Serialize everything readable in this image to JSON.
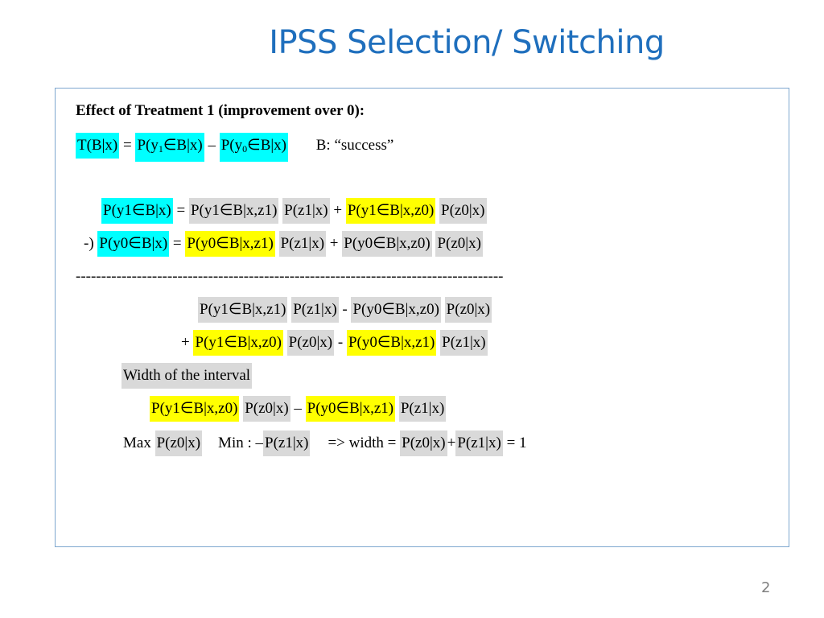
{
  "title": "IPSS Selection/ Switching",
  "page_number": "2",
  "heading": "Effect of Treatment 1 (improvement over 0):",
  "def": {
    "t1": "T(B|x)",
    "op1": " = ",
    "t2a": "P(y",
    "t2s": "1",
    "t2b": "∈B|x)",
    "op2": " – ",
    "t3a": "P(y",
    "t3s": "0",
    "t3b": "∈B|x)",
    "note": "B: “success”"
  },
  "eq1": {
    "a": "P(y1∈B|x)",
    "op1": " = ",
    "b": "P(y1∈B|x,z1)",
    "c": "P(z1|x)",
    "op2": " + ",
    "d": "P(y1∈B|x,z0)",
    "e": "P(z0|x)"
  },
  "eq2": {
    "pre": "-) ",
    "a": "P(y0∈B|x)",
    "op1": " = ",
    "b": "P(y0∈B|x,z1)",
    "c": "P(z1|x)",
    "op2": " + ",
    "d": "P(y0∈B|x,z0)",
    "e": "P(z0|x)"
  },
  "divider": "------------------------------------------------------------------------------------",
  "r1": {
    "a": "P(y1∈B|x,z1)",
    "b": "P(z1|x)",
    "op": " - ",
    "c": "P(y0∈B|x,z0)",
    "d": "P(z0|x)"
  },
  "r2": {
    "pre": "+ ",
    "a": "P(y1∈B|x,z0)",
    "b": "P(z0|x)",
    "op": " - ",
    "c": "P(y0∈B|x,z1)",
    "d": "P(z1|x)"
  },
  "width_label": "Width of the interval",
  "w1": {
    "a": "P(y1∈B|x,z0)",
    "b": "P(z0|x)",
    "op": " – ",
    "c": "P(y0∈B|x,z1)",
    "d": "P(z1|x)"
  },
  "last": {
    "max": "Max ",
    "a": "P(z0|x)",
    "min": "Min : –",
    "b": "P(z1|x)",
    "mid": "=> width = ",
    "c": "P(z0|x)",
    "plus": "+",
    "d": "P(z1|x)",
    "end": " = 1"
  }
}
